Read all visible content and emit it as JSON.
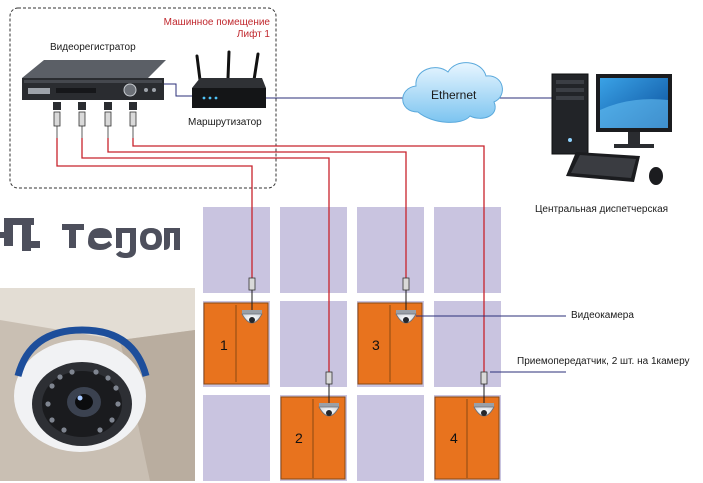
{
  "machine_room": {
    "title_line1": "Машинное помещение",
    "title_line2": "Лифт 1"
  },
  "devices": {
    "dvr_label": "Видеорегистратор",
    "router_label": "Маршрутизатор",
    "network_label": "Ethernet",
    "workstation_label": "Центральная диспетчерская"
  },
  "callouts": {
    "camera": "Видеокамера",
    "transceiver": "Приемопередатчик, 2 шт. на 1камеру"
  },
  "elevators": [
    {
      "number": "1"
    },
    {
      "number": "2"
    },
    {
      "number": "3"
    },
    {
      "number": "4"
    }
  ],
  "brand": {
    "name": "Tegon"
  },
  "colors": {
    "shaft": "#c9c4e0",
    "cabin": "#e8731e",
    "cable_red": "#c8232c",
    "cable_blue": "#2b2f7a",
    "room_label": "#c0272d"
  }
}
